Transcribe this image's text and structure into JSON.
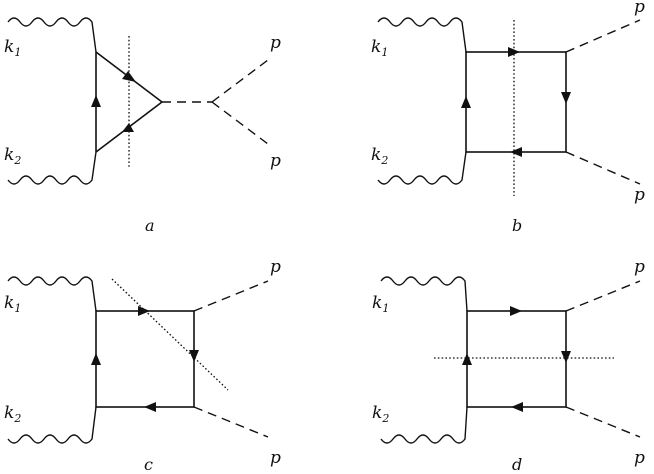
{
  "diagrams": [
    {
      "id": "a",
      "caption": "a",
      "k1": "k",
      "k1_sub": "1",
      "k2": "k",
      "k2_sub": "2",
      "p_top": "p",
      "p_bottom": "p"
    },
    {
      "id": "b",
      "caption": "b",
      "k1": "k",
      "k1_sub": "1",
      "k2": "k",
      "k2_sub": "2",
      "p_top": "p",
      "p_bottom": "p"
    },
    {
      "id": "c",
      "caption": "c",
      "k1": "k",
      "k1_sub": "1",
      "k2": "k",
      "k2_sub": "2",
      "p_top": "p",
      "p_bottom": "p"
    },
    {
      "id": "d",
      "caption": "d",
      "k1": "k",
      "k1_sub": "1",
      "k2": "k",
      "k2_sub": "2",
      "p_top": "p",
      "p_bottom": "p"
    }
  ]
}
